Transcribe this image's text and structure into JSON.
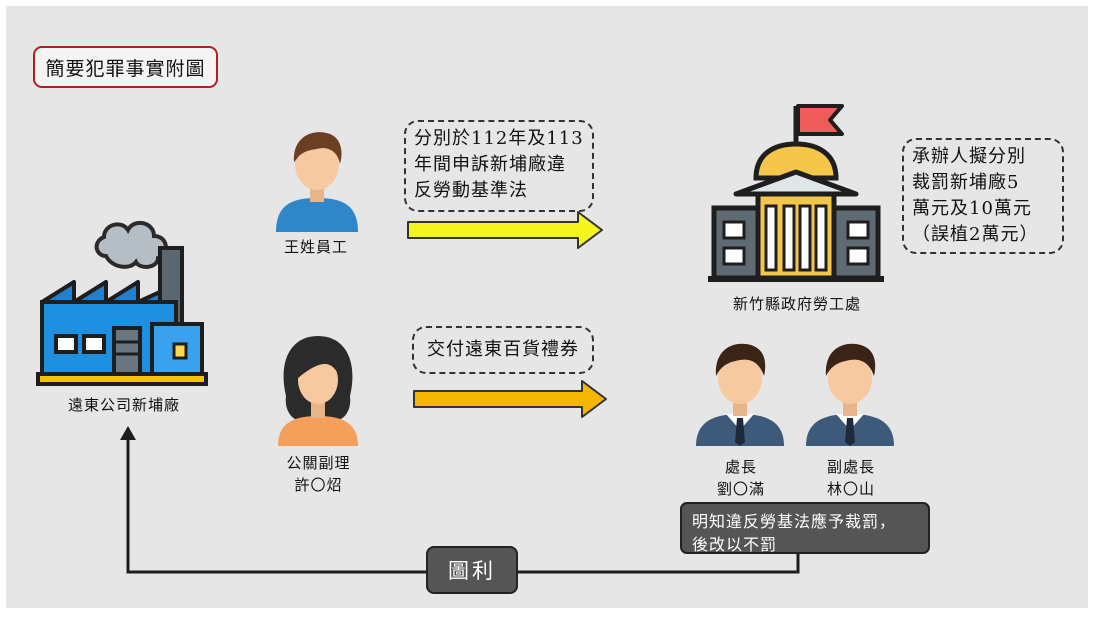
{
  "title": "簡要犯罪事實附圖",
  "nodes": {
    "factory": {
      "label": "遠東公司新埔廠"
    },
    "employee": {
      "label": "王姓員工"
    },
    "vice_manager": {
      "label_line1": "公關副理",
      "label_line2": "許〇炤"
    },
    "labor_office": {
      "label": "新竹縣政府勞工處"
    },
    "director": {
      "label_line1": "處長",
      "label_line2": "劉〇滿"
    },
    "deputy_director": {
      "label_line1": "副處長",
      "label_line2": "林〇山"
    }
  },
  "notes": {
    "complaint": [
      "分別於112年及113",
      "年間申訴新埔廠違",
      "反勞動基準法"
    ],
    "gift": "交付遠東百貨禮券",
    "penalty": [
      "承辦人擬分別",
      "裁罰新埔廠5",
      "萬元及10萬元",
      "（誤植2萬元）"
    ],
    "knowing": [
      "明知違反勞基法應予裁罰，",
      "後改以不罰"
    ]
  },
  "benefit_label": "圖利",
  "colors": {
    "arrow_yellow": "#f4f41f",
    "arrow_orange": "#f5b700",
    "title_border": "#b02020",
    "dark_box": "#555555"
  },
  "icons": {
    "factory": "factory-icon",
    "building": "government-building-icon",
    "man": "man-avatar-icon",
    "woman": "woman-avatar-icon",
    "official": "official-avatar-icon"
  }
}
